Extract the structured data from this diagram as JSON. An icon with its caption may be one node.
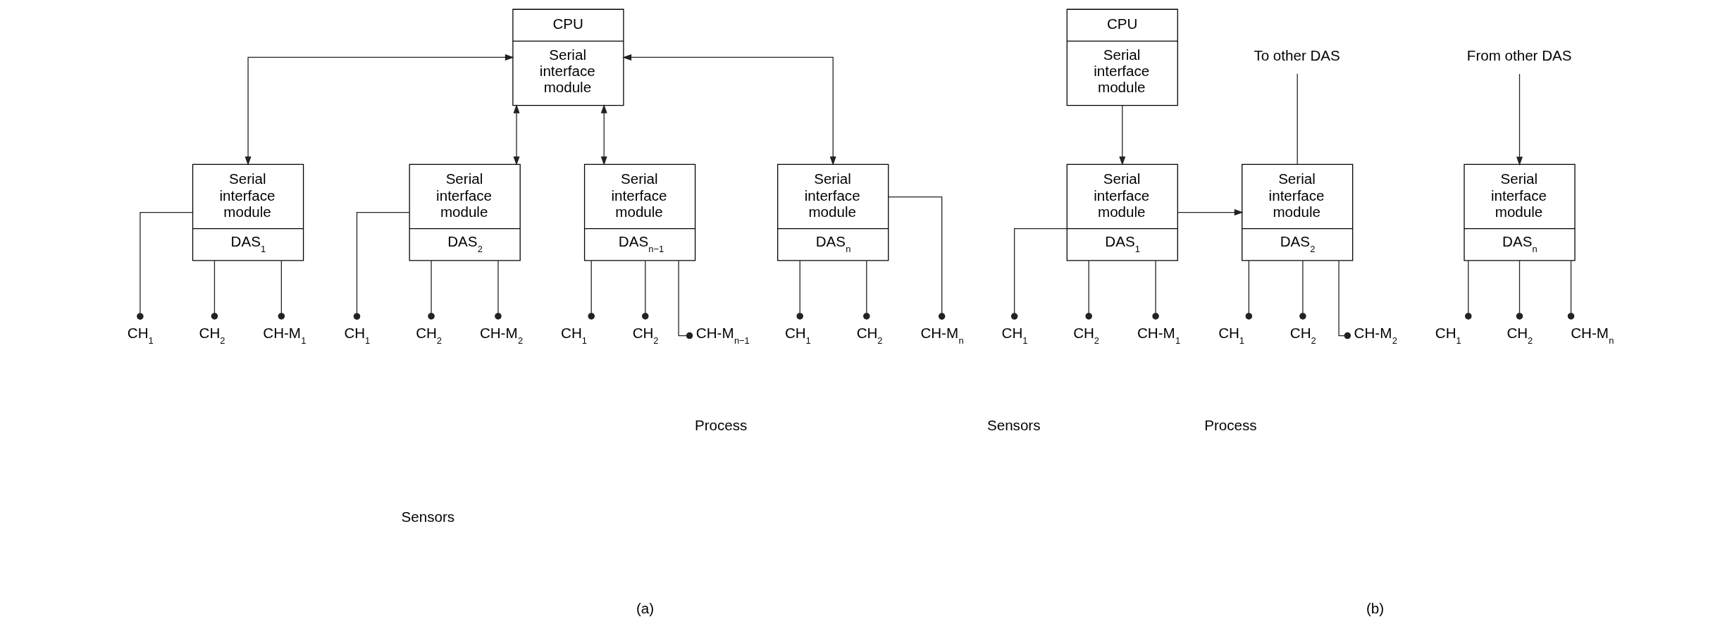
{
  "diagram": {
    "nodes": [
      {
        "text": [
          "CPU",
          "Serial interface module"
        ]
      },
      {
        "text": [
          "Serial interface module",
          "DAS$_{1}$"
        ]
      },
      {
        "text": [
          "Serial interface module",
          "DAS$_{2}$"
        ]
      },
      {
        "text": [
          "Serial interface module",
          "DAS$_{n−1}$"
        ]
      },
      {
        "text": [
          "Serial interface module",
          "DAS$_{n}$"
        ]
      },
      {
        "text": [
          "CH$_{1}$"
        ]
      },
      {
        "text": [
          "CH$_{2}$"
        ]
      },
      {
        "text": [
          "CH-M$_{1}$"
        ]
      },
      {
        "text": [
          "CH$_{1}$"
        ]
      },
      {
        "text": [
          "CH$_{2}$"
        ]
      },
      {
        "text": [
          "CH-M$_{2}$"
        ]
      },
      {
        "text": [
          "CH$_{1}$"
        ]
      },
      {
        "text": [
          "CH$_{2}$"
        ]
      },
      {
        "text": [
          "CH-M$_{n−1}$"
        ]
      },
      {
        "text": [
          "CH$_{1}$"
        ]
      },
      {
        "text": [
          "CH$_{2}$"
        ]
      },
      {
        "text": [
          "CH-M$_{n}$"
        ]
      },
      {
        "text": [
          "CPU",
          "Serial interface module"
        ]
      },
      {
        "text": [
          "Serial interface module",
          "DAS$_{1}$"
        ]
      },
      {
        "text": [
          "Serial interface module",
          "DAS$_{2}$"
        ]
      },
      {
        "text": [
          "Serial interface module",
          "DAS$_{n}$"
        ]
      },
      {
        "text": [
          "CH$_{1}$"
        ]
      },
      {
        "text": [
          "CH$_{2}$"
        ]
      },
      {
        "text": [
          "CH-M$_{1}$"
        ]
      },
      {
        "text": [
          "CH$_{1}$"
        ]
      },
      {
        "text": [
          "CH$_{2}$"
        ]
      },
      {
        "text": [
          "CH-M$_{2}$"
        ]
      },
      {
        "text": [
          "CH$_{1}$"
        ]
      },
      {
        "text": [
          "CH$_{2}$"
        ]
      },
      {
        "text": [
          "CH-M$_{n}$"
        ]
      },
      {
        "text": [
          "To other DAS"
        ]
      },
      {
        "text": [
          "From other DAS"
        ]
      }
    ],
    "edges": [
      {
        "from": 0,
        "to": 1,
        "arrow": "both"
      },
      {
        "from": 0,
        "to": 2,
        "arrow": "both"
      },
      {
        "from": 0,
        "to": 3,
        "arrow": "both"
      },
      {
        "from": 0,
        "to": 4,
        "arrow": "both"
      },
      {
        "from": 1,
        "to": 5,
        "arrow": "other"
      },
      {
        "from": 1,
        "to": 6,
        "arrow": "other"
      },
      {
        "from": 1,
        "to": 7,
        "arrow": "other"
      },
      {
        "from": 2,
        "to": 8,
        "arrow": "other"
      },
      {
        "from": 2,
        "to": 9,
        "arrow": "other"
      },
      {
        "from": 2,
        "to": 10,
        "arrow": "other"
      },
      {
        "from": 3,
        "to": 11,
        "arrow": "other"
      },
      {
        "from": 3,
        "to": 12,
        "arrow": "other"
      },
      {
        "from": 3,
        "to": 13,
        "arrow": "other"
      },
      {
        "from": 4,
        "to": 14,
        "arrow": "other"
      },
      {
        "from": 4,
        "to": 15,
        "arrow": "other"
      },
      {
        "from": 4,
        "to": 16,
        "arrow": "other"
      },
      {
        "from": 17,
        "to": 18,
        "arrow": "to"
      },
      {
        "from": 18,
        "to": 19,
        "arrow": "to"
      },
      {
        "from": 19,
        "to": 30,
        "arrow": "none"
      },
      {
        "from": 31,
        "to": 20,
        "arrow": "to"
      },
      {
        "from": 18,
        "to": 21,
        "arrow": "other"
      },
      {
        "from": 18,
        "to": 22,
        "arrow": "other"
      },
      {
        "from": 18,
        "to": 23,
        "arrow": "other"
      },
      {
        "from": 19,
        "to": 24,
        "arrow": "other"
      },
      {
        "from": 19,
        "to": 25,
        "arrow": "other"
      },
      {
        "from": 19,
        "to": 26,
        "arrow": "other"
      },
      {
        "from": 20,
        "to": 27,
        "arrow": "other"
      },
      {
        "from": 20,
        "to": 28,
        "arrow": "other"
      },
      {
        "from": 20,
        "to": 29,
        "arrow": "other"
      }
    ],
    "labels": [
      "Process",
      "Sensors",
      "(a)",
      "Sensors",
      "Process",
      "(b)"
    ]
  }
}
